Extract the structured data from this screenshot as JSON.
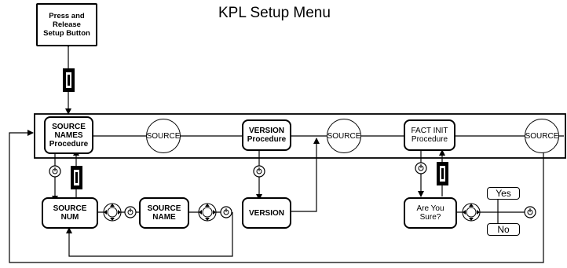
{
  "title": "KPL Setup Menu",
  "start_box": "Press and\nRelease\nSetup Button",
  "procedures": {
    "source_names": "SOURCE\nNAMES\nProcedure",
    "version": "VERSION\nProcedure",
    "fact_init": "FACT INIT\nProcedure"
  },
  "source_circle_label": "SOURCE",
  "sub_steps": {
    "source_num": "SOURCE\nNUM",
    "source_name": "SOURCE\nNAME",
    "version": "VERSION",
    "are_you_sure": "Are You\nSure?"
  },
  "choices": {
    "yes": "Yes",
    "no": "No"
  },
  "icons": [
    "setup-button-icon",
    "navigation-pad-icon",
    "power-button-icon"
  ]
}
